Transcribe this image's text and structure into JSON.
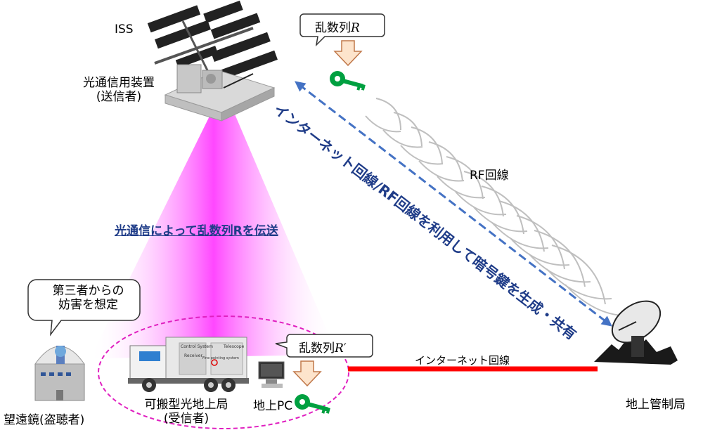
{
  "labels": {
    "iss": "ISS",
    "optical_device_line1": "光通信用装置",
    "optical_device_line2": "(送信者)",
    "random_r_prefix": "乱数列",
    "random_r_symbol": "R",
    "random_r2_prefix": "乱数列",
    "random_r2_symbol": "R′",
    "optical_transmission": "光通信によって乱数列Rを伝送",
    "diagonal_text": "インターネット回線/RF回線を利用して暗号鍵を生成・共有",
    "rf_line": "RF回線",
    "internet_line": "インターネット回線",
    "third_party_line1": "第三者からの",
    "third_party_line2": "妨害を想定",
    "telescope": "望遠鏡(盗聴者)",
    "portable_station_line1": "可搬型光地上局",
    "portable_station_line2": "(受信者)",
    "ground_pc": "地上PC",
    "ground_control": "地上管制局"
  },
  "truck_labels": {
    "control_system": "Control System",
    "receiver": "Receiver",
    "fine_pointing": "Fine pointing system",
    "telescope": "Telescope"
  },
  "colors": {
    "beam": "#ff33ff",
    "ellipse": "#e020c0",
    "internet_link": "#ff0000",
    "dashed_arrow": "#4472c4",
    "key": "#00a040",
    "arrow_fill": "#fde4cc",
    "arrow_stroke": "#c0784a",
    "emphasis_text": "#1f3c88"
  }
}
